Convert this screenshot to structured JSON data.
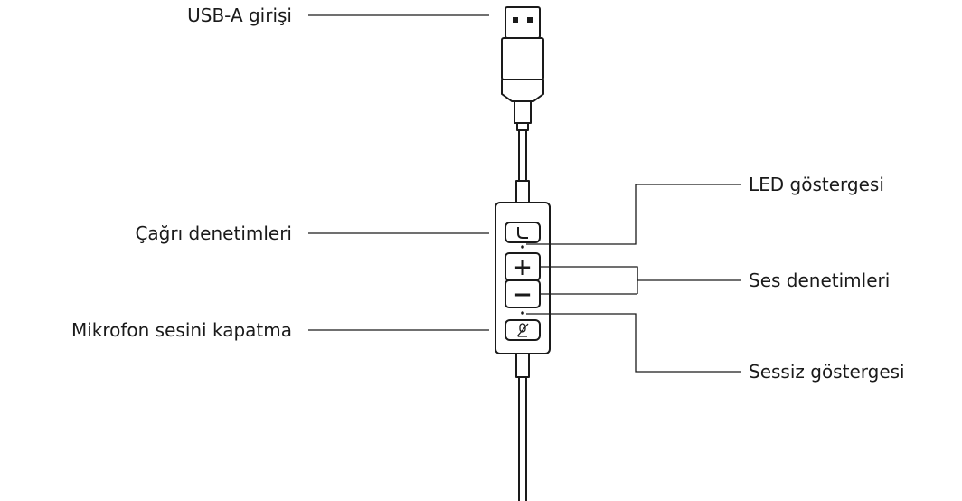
{
  "labels": {
    "usb": "USB-A girişi",
    "call_controls": "Çağrı denetimleri",
    "mic_mute": "Mikrofon sesini kapatma",
    "led": "LED göstergesi",
    "volume": "Ses denetimleri",
    "mute_indicator": "Sessiz göstergesi"
  },
  "buttons": {
    "volume_up_symbol": "+",
    "volume_down_symbol": "−"
  },
  "icons": {
    "call": "phone-icon",
    "mute": "mic-mute-icon"
  }
}
